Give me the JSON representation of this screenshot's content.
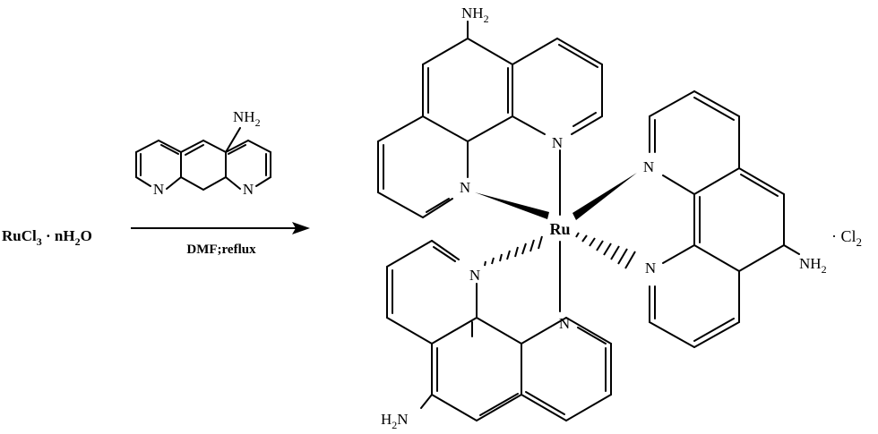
{
  "reagent": {
    "base": "RuCl",
    "sub": "3",
    "mid": " · nH",
    "sub2": "2",
    "end": "O"
  },
  "condition": "DMF;reflux",
  "metal": "Ru",
  "n_label": "N",
  "amine": {
    "base": "NH",
    "sub": "2"
  },
  "amine_left": {
    "base": "H",
    "sub": "2",
    "end": "N"
  },
  "counterion": {
    "prefix": "· Cl",
    "sub": "2"
  }
}
